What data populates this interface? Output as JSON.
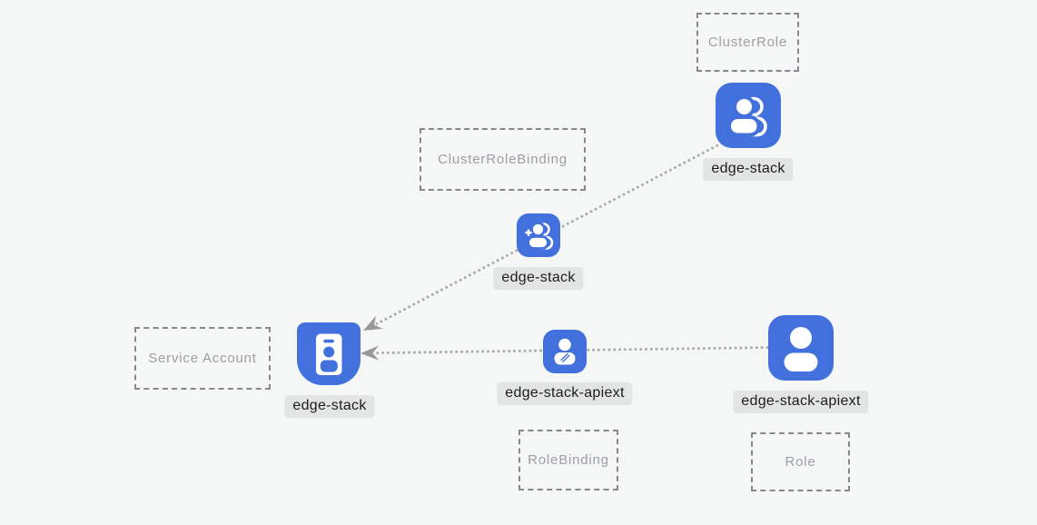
{
  "diagram": {
    "title": "kubernetes-rbac-diagram",
    "colors": {
      "accent_blue": "#4270dd",
      "bg": "#f5f6f6",
      "label_bg": "#e3e4e4",
      "label_text": "#1c1c1c",
      "dashed_border": "#85898d",
      "dashed_text": "#9ba0a4",
      "line_color": "#a6a6a6",
      "arrow_color": "#9a9a9a"
    },
    "kinds": [
      {
        "label": "ClusterRole"
      },
      {
        "label": "ClusterRoleBinding"
      },
      {
        "label": "Service Account"
      },
      {
        "label": "RoleBinding"
      },
      {
        "label": "Role"
      }
    ],
    "nodes": [
      {
        "label": "edge-stack",
        "kind": "ClusterRole",
        "icon": "group-icon"
      },
      {
        "label": "edge-stack",
        "kind": "ClusterRoleBinding",
        "icon": "person-add-icon"
      },
      {
        "label": "edge-stack",
        "kind": "Service Account",
        "icon": "id-badge-icon"
      },
      {
        "label": "edge-stack-apiext",
        "kind": "RoleBinding",
        "icon": "person-edit-icon"
      },
      {
        "label": "edge-stack-apiext",
        "kind": "Role",
        "icon": "person-icon"
      }
    ],
    "edges": [
      {
        "from": "edge-stack (ClusterRole)",
        "to": "edge-stack (Service Account)",
        "style": "dotted-arrow"
      },
      {
        "from": "edge-stack-apiext (Role)",
        "to": "edge-stack (Service Account)",
        "style": "dotted-arrow"
      }
    ]
  }
}
